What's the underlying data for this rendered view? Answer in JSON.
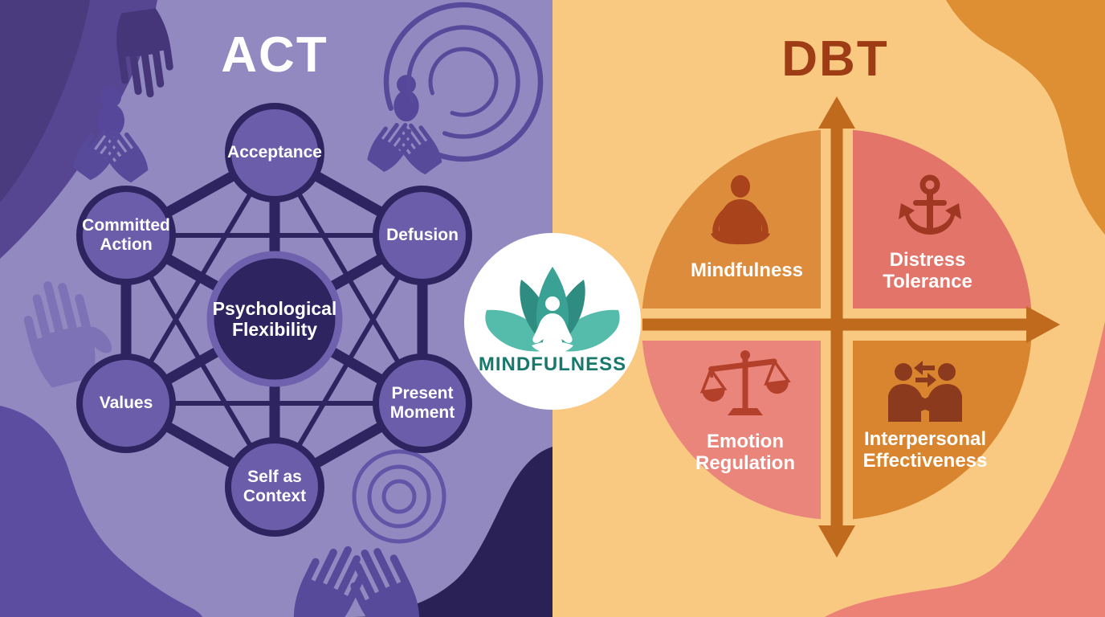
{
  "infographic": {
    "left_panel": {
      "title": "ACT",
      "center_node": {
        "label": "Psychological Flexibility"
      },
      "nodes": [
        {
          "label": "Acceptance"
        },
        {
          "label": "Defusion"
        },
        {
          "label": "Present Moment"
        },
        {
          "label": "Self as Context"
        },
        {
          "label": "Values"
        },
        {
          "label": "Committed Action"
        }
      ],
      "decorations": [
        "cupped-hands-icon",
        "person-silhouette-icon",
        "open-arcs-icon",
        "concentric-rings-icon",
        "palm-print-icon"
      ],
      "colors": {
        "background": "#9189C0",
        "node_fill": "#6B5DA9",
        "node_border": "#2D2460",
        "center_fill": "#2D2460",
        "center_ring": "#6F61AE",
        "blob_dark": "#4A3A7E",
        "blob_medium": "#564692",
        "blob_navy": "#2A2257",
        "blob_bottom_left": "#5C4DA0",
        "decoration": "#584A9B",
        "title": "#FFFFFF"
      }
    },
    "right_panel": {
      "title": "DBT",
      "quadrants": [
        {
          "label": "Mindfulness",
          "icon": "meditation-icon",
          "fill": "#DD8C3C"
        },
        {
          "label": "Distress Tolerance",
          "icon": "anchor-icon",
          "fill": "#E2746A"
        },
        {
          "label": "Emotion Regulation",
          "icon": "scales-icon",
          "fill": "#E9857B"
        },
        {
          "label": "Interpersonal Effectiveness",
          "icon": "handshake-icon",
          "fill": "#D9852F"
        }
      ],
      "colors": {
        "background": "#F9C982",
        "axis_arrows": "#C06A1E",
        "title": "#9E3D15",
        "blob_orange": "#DE8E33",
        "blob_salmon": "#EC8175",
        "icon_color": "#9E3D1D"
      }
    },
    "center_badge": {
      "label": "MINDFULNESS",
      "icon": "lotus-meditator-icon",
      "colors": {
        "circle": "#FFFFFF",
        "text": "#17796C",
        "petal_outer": "#55BCAB",
        "petal_inner": "#2E8D80",
        "petal_center": "#3AA294",
        "figure": "#FFFFFF"
      }
    }
  }
}
